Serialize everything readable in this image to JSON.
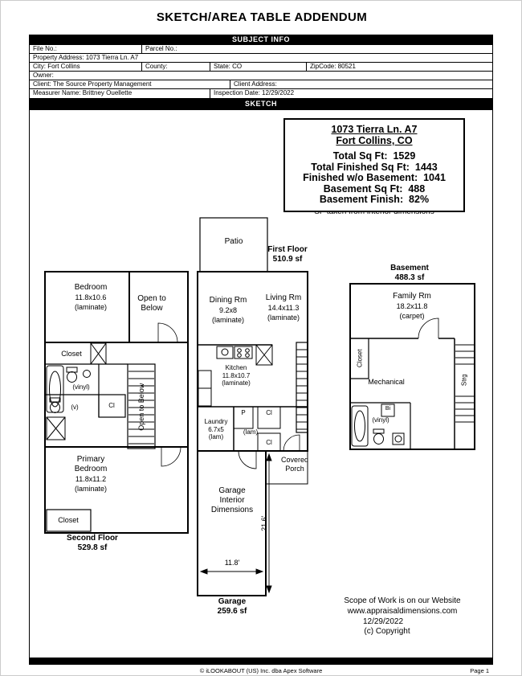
{
  "page": {
    "title": "SKETCH/AREA TABLE ADDENDUM",
    "footer_copyright": "© iLOOKABOUT (US) Inc. dba Apex Software",
    "footer_page": "Page 1"
  },
  "subject_info": {
    "section_title": "SUBJECT INFO",
    "file_no": "File No.:",
    "parcel_no": "Parcel No.:",
    "property_address": "Property Address: 1073 Tierra Ln. A7",
    "city": "City: Fort Collins",
    "county": "County:",
    "state": "State: CO",
    "zipcode": "ZipCode: 80521",
    "owner": "Owner:",
    "client": "Client: The Source Property Management",
    "client_address": "Client Address:",
    "measurer": "Measurer Name: Brittney Ouellette",
    "inspection_date": "Inspection Date: 12/29/2022"
  },
  "sketch": {
    "section_title": "SKETCH",
    "info_box": {
      "address_line1": "1073 Tierra Ln. A7",
      "address_line2": "Fort Collins, CO",
      "stats": [
        "Total Sq Ft:  1529",
        "Total Finished Sq Ft:  1443",
        "Finished w/o Basement:  1041",
        "Basement Sq Ft:  488",
        "Basement Finish:  82%"
      ],
      "note": "SF taken from interior dimensions"
    },
    "second_floor": {
      "title": "Second Floor",
      "area": "529.8 sf",
      "bedroom_name": "Bedroom",
      "bedroom_dims": "11.8x10.6",
      "bedroom_finish": "(laminate)",
      "open_to_below": "Open to Below",
      "closet_upper": "Closet",
      "vinyl": "(vinyl)",
      "v": "(v)",
      "cl": "Cl",
      "stairs_label": "Open to Below",
      "primary_name": "Primary Bedroom",
      "primary_dims": "11.8x11.2",
      "primary_finish": "(laminate)",
      "closet_lower": "Closet"
    },
    "first_floor": {
      "title": "First Floor",
      "area": "510.9 sf",
      "patio": "Patio",
      "dining_name": "Dining Rm",
      "dining_dims": "9.2x8",
      "dining_finish": "(laminate)",
      "living_name": "Living Rm",
      "living_dims": "14.4x11.3",
      "living_finish": "(laminate)",
      "kitchen_name": "Kitchen",
      "kitchen_dims": "11.8x10.7",
      "kitchen_finish": "(laminate)",
      "laundry_name": "Laundry",
      "laundry_dims": "6.7x5",
      "laundry_finish": "(lam)",
      "pantry": "P",
      "cl_top": "Cl",
      "hall_finish": "(lam)",
      "cl_bottom": "Cl",
      "covered_porch": "Covered Porch",
      "garage_interior": "Garage Interior Dimensions",
      "dim_depth": "21.6'",
      "dim_width": "11.8'",
      "garage_title": "Garage",
      "garage_area": "259.6 sf"
    },
    "basement": {
      "title": "Basement",
      "area": "488.3 sf",
      "family_name": "Family Rm",
      "family_dims": "18.2x11.8",
      "family_finish": "(carpet)",
      "closet": "Closet",
      "mechanical": "Mechanical",
      "storage": "Strg",
      "bi": "Bi",
      "vinyl": "(vinyl)"
    },
    "scope": {
      "line1": "Scope of Work is on our Website",
      "line2": "www.appraisaldimensions.com",
      "line3": "12/29/2022",
      "line4": "(c) Copyright"
    }
  }
}
